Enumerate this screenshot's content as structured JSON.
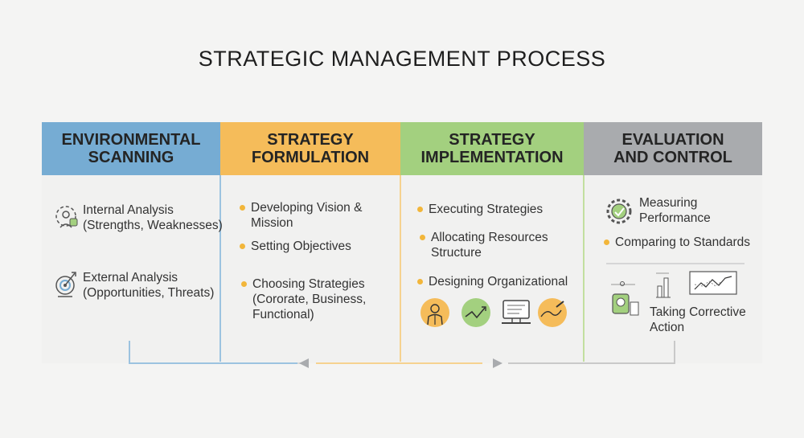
{
  "title": "STRATEGIC MANAGEMENT PROCESS",
  "columns": [
    {
      "title_line1": "ENVIRONMENTAL",
      "title_line2": "SCANNING",
      "color": "#76acd3",
      "items": [
        {
          "line1": "Internal Analysis",
          "line2": "(Strengths, Weaknesses)"
        },
        {
          "line1": "External Analysis",
          "line2": "(Opportunities, Threats)"
        }
      ]
    },
    {
      "title_line1": "STRATEGY",
      "title_line2": "FORMULATION",
      "color": "#f5bc5a",
      "items": [
        {
          "line1": "Developing Vision &",
          "line2": "Mission"
        },
        {
          "line1": "Setting Objectives"
        },
        {
          "line1": "Choosing Strategies",
          "line2": "(Cororate, Business,",
          "line3": "Functional)"
        }
      ]
    },
    {
      "title_line1": "STRATEGY",
      "title_line2": "IMPLEMENTATION",
      "color": "#a3d07f",
      "items": [
        {
          "line1": "Executing Strategies"
        },
        {
          "line1": "Allocating Resources",
          "line2": "Structure"
        },
        {
          "line1": "Designing Organizational"
        }
      ]
    },
    {
      "title_line1": "EVALUATION",
      "title_line2": "AND CONTROL",
      "color": "#a9abae",
      "items": [
        {
          "line1": "Measuring",
          "line2": "Performance"
        },
        {
          "line1": "Comparing to Standards"
        },
        {
          "line1": "Taking Corrective",
          "line2": "Action"
        }
      ]
    }
  ],
  "colors": {
    "blue": "#76acd3",
    "orange": "#f5bc5a",
    "green": "#a3d07f",
    "gray": "#a9abae",
    "bullet": "#f2b63a"
  }
}
